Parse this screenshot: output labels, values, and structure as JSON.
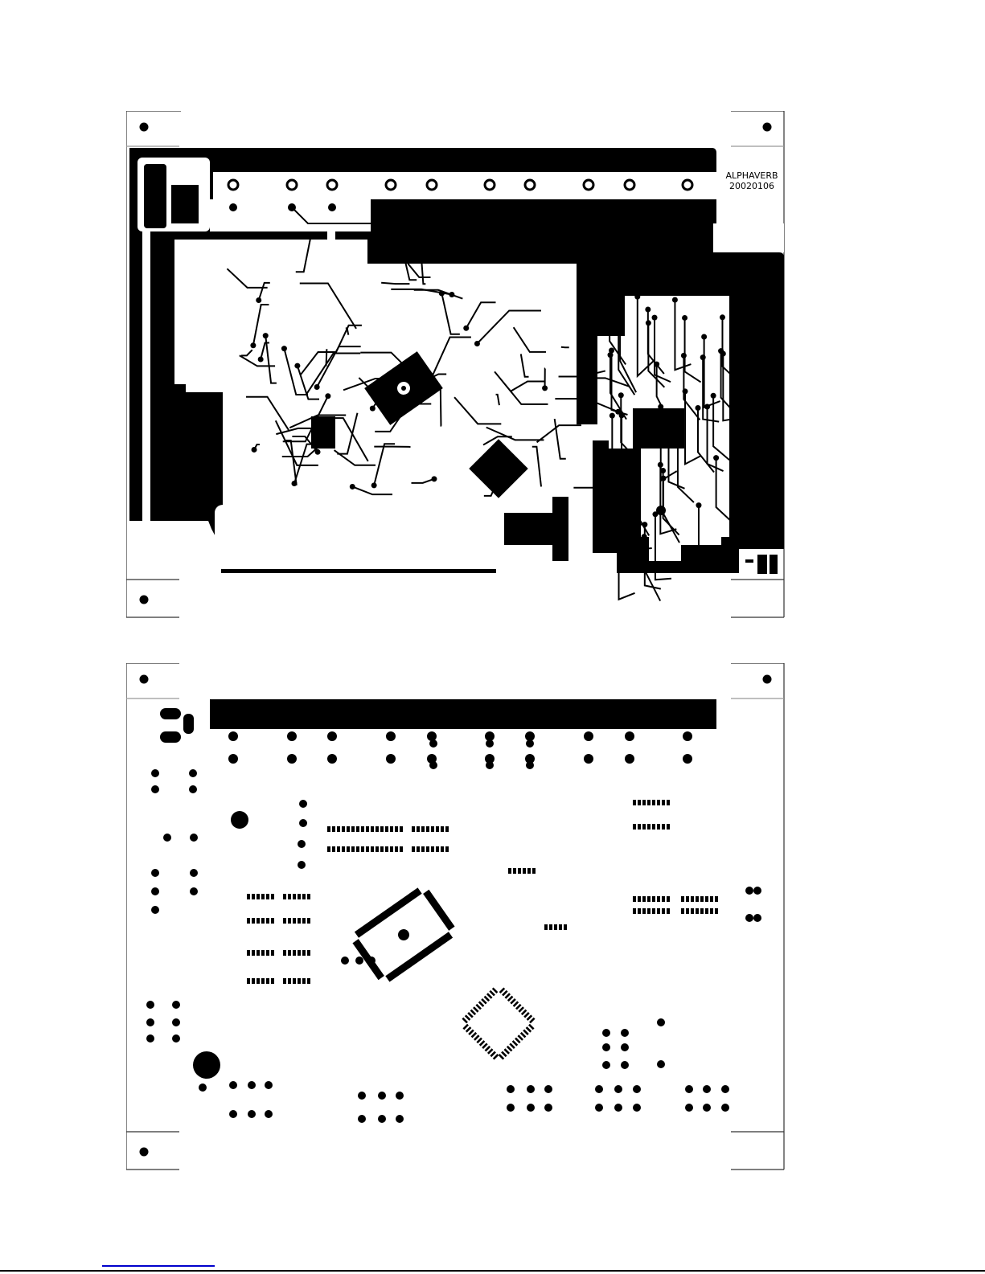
{
  "document": {
    "type": "PCB artwork",
    "board_name": "ALPHAVERB",
    "board_date": "20020106"
  },
  "layers": [
    {
      "name": "copper-top",
      "label": ""
    },
    {
      "name": "solder-paste",
      "label": ""
    }
  ],
  "colors": {
    "copper": "#000000",
    "background": "#ffffff",
    "frame": "#555555",
    "footer_link": "#0000cc"
  },
  "footer": {
    "link_text": ""
  }
}
